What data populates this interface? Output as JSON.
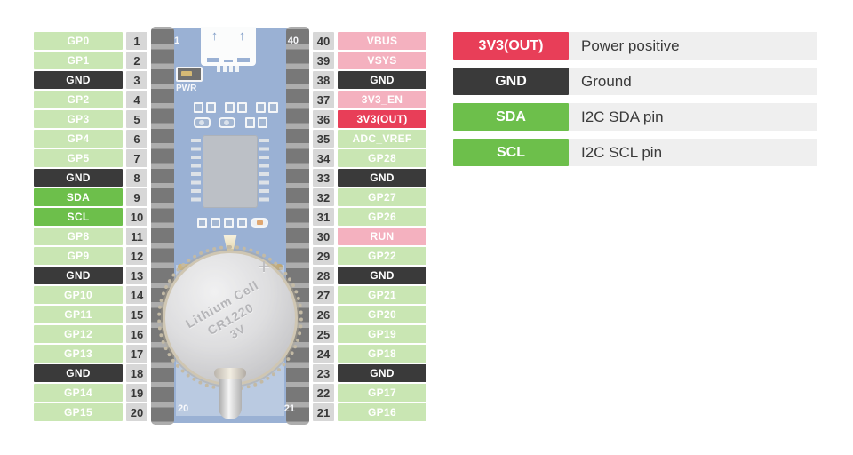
{
  "colors": {
    "gpio": "#c9e6b3",
    "gnd": "#3a3a3a",
    "i2c": "#6dbf4b",
    "power": "#f4b1bf",
    "power_out": "#e83e58",
    "num_bg": "#d7d7d7",
    "legend_bg": "#efefef"
  },
  "left_pins": [
    {
      "label": "GP0",
      "num": "1",
      "type": "gpio"
    },
    {
      "label": "GP1",
      "num": "2",
      "type": "gpio"
    },
    {
      "label": "GND",
      "num": "3",
      "type": "gnd"
    },
    {
      "label": "GP2",
      "num": "4",
      "type": "gpio"
    },
    {
      "label": "GP3",
      "num": "5",
      "type": "gpio"
    },
    {
      "label": "GP4",
      "num": "6",
      "type": "gpio"
    },
    {
      "label": "GP5",
      "num": "7",
      "type": "gpio"
    },
    {
      "label": "GND",
      "num": "8",
      "type": "gnd"
    },
    {
      "label": "SDA",
      "num": "9",
      "type": "i2c"
    },
    {
      "label": "SCL",
      "num": "10",
      "type": "i2c"
    },
    {
      "label": "GP8",
      "num": "11",
      "type": "gpio"
    },
    {
      "label": "GP9",
      "num": "12",
      "type": "gpio"
    },
    {
      "label": "GND",
      "num": "13",
      "type": "gnd"
    },
    {
      "label": "GP10",
      "num": "14",
      "type": "gpio"
    },
    {
      "label": "GP11",
      "num": "15",
      "type": "gpio"
    },
    {
      "label": "GP12",
      "num": "16",
      "type": "gpio"
    },
    {
      "label": "GP13",
      "num": "17",
      "type": "gpio"
    },
    {
      "label": "GND",
      "num": "18",
      "type": "gnd"
    },
    {
      "label": "GP14",
      "num": "19",
      "type": "gpio"
    },
    {
      "label": "GP15",
      "num": "20",
      "type": "gpio"
    }
  ],
  "right_pins": [
    {
      "label": "VBUS",
      "num": "40",
      "type": "power"
    },
    {
      "label": "VSYS",
      "num": "39",
      "type": "power"
    },
    {
      "label": "GND",
      "num": "38",
      "type": "gnd"
    },
    {
      "label": "3V3_EN",
      "num": "37",
      "type": "power"
    },
    {
      "label": "3V3(OUT)",
      "num": "36",
      "type": "power_out"
    },
    {
      "label": "ADC_VREF",
      "num": "35",
      "type": "gpio"
    },
    {
      "label": "GP28",
      "num": "34",
      "type": "gpio"
    },
    {
      "label": "GND",
      "num": "33",
      "type": "gnd"
    },
    {
      "label": "GP27",
      "num": "32",
      "type": "gpio"
    },
    {
      "label": "GP26",
      "num": "31",
      "type": "gpio"
    },
    {
      "label": "RUN",
      "num": "30",
      "type": "power"
    },
    {
      "label": "GP22",
      "num": "29",
      "type": "gpio"
    },
    {
      "label": "GND",
      "num": "28",
      "type": "gnd"
    },
    {
      "label": "GP21",
      "num": "27",
      "type": "gpio"
    },
    {
      "label": "GP20",
      "num": "26",
      "type": "gpio"
    },
    {
      "label": "GP19",
      "num": "25",
      "type": "gpio"
    },
    {
      "label": "GP18",
      "num": "24",
      "type": "gpio"
    },
    {
      "label": "GND",
      "num": "23",
      "type": "gnd"
    },
    {
      "label": "GP17",
      "num": "22",
      "type": "gpio"
    },
    {
      "label": "GP16",
      "num": "21",
      "type": "gpio"
    }
  ],
  "legend": [
    {
      "label": "3V3(OUT)",
      "desc": "Power positive",
      "type": "power_out"
    },
    {
      "label": "GND",
      "desc": "Ground",
      "type": "gnd"
    },
    {
      "label": "SDA",
      "desc": "I2C SDA pin",
      "type": "i2c"
    },
    {
      "label": "SCL",
      "desc": "I2C SCL pin",
      "type": "i2c"
    }
  ],
  "board": {
    "corner_top_left": "1",
    "corner_top_right": "40",
    "corner_bottom_left": "20",
    "corner_bottom_right": "21",
    "pwr_label": "PWR",
    "battery_line1": "Lithium Cell",
    "battery_line2": "CR1220",
    "battery_line3": "3V",
    "battery_plus": "+"
  }
}
